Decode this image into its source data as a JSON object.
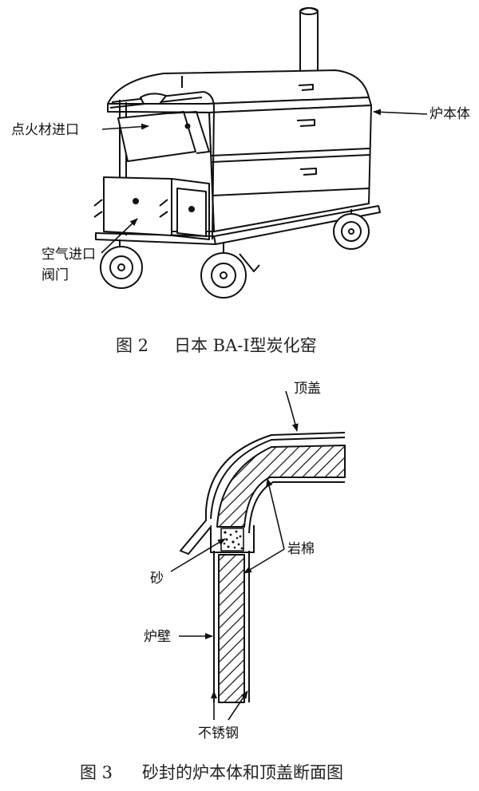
{
  "figure2": {
    "caption_num": "图 2",
    "caption_title": "日本 BA-Ⅰ型炭化窑",
    "labels": {
      "ignition_inlet": "点火材进口",
      "furnace_body": "炉本体",
      "air_inlet_line1": "空气进口",
      "air_inlet_line2": "阀门"
    }
  },
  "figure3": {
    "caption_num": "图 3",
    "caption_title": "砂封的炉本体和顶盖断面图",
    "labels": {
      "top_cover": "顶盖",
      "rock_wool": "岩棉",
      "sand": "砂",
      "furnace_wall": "炉壁",
      "stainless_steel": "不锈钢"
    }
  }
}
